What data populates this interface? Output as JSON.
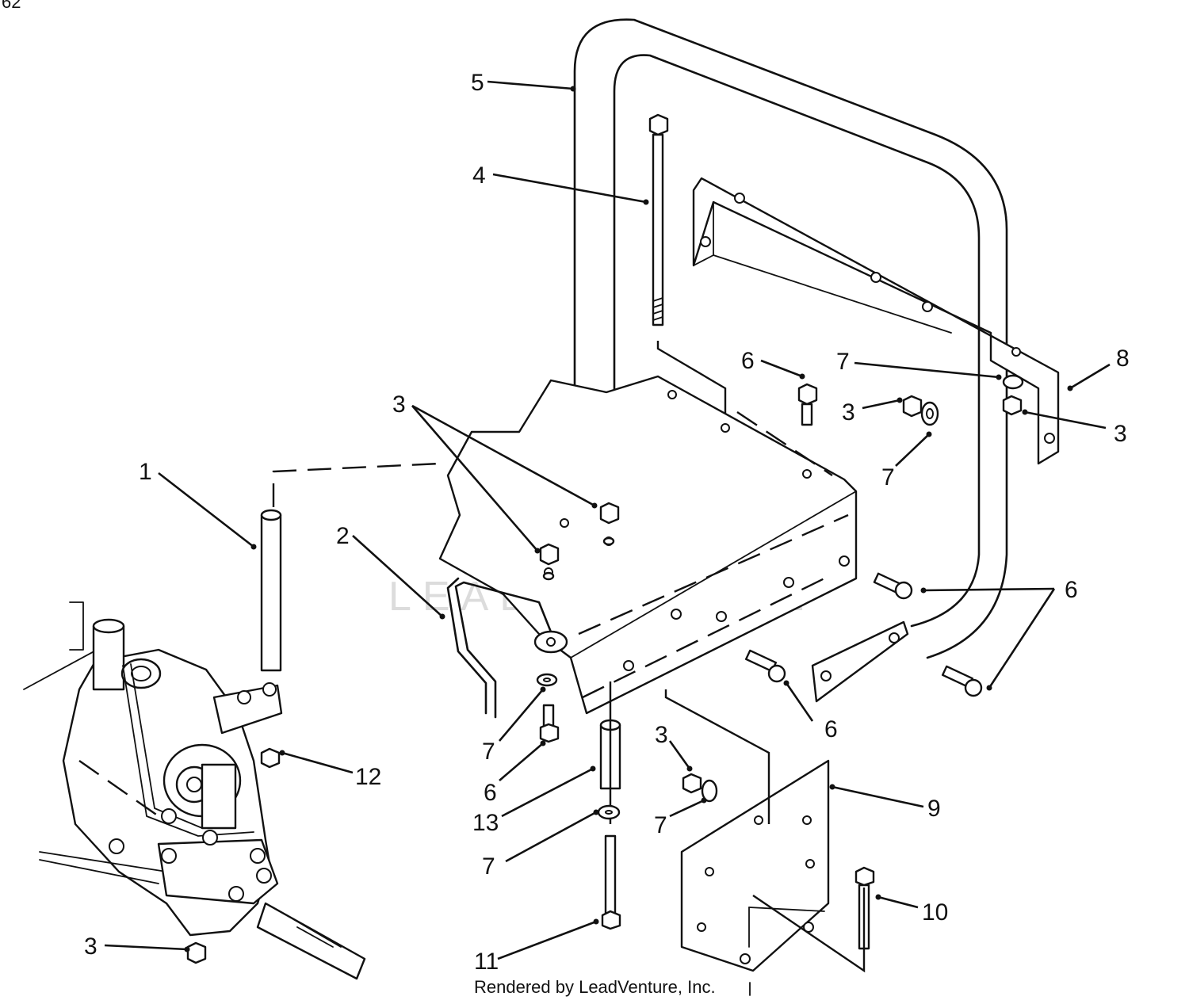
{
  "diagram": {
    "page_number": "62",
    "footer_text": "Rendered by LeadVenture, Inc.",
    "watermark": "LEADVENTURE",
    "callouts": [
      {
        "id": "c-5",
        "label": "5"
      },
      {
        "id": "c-4",
        "label": "4"
      },
      {
        "id": "c-6a",
        "label": "6"
      },
      {
        "id": "c-7a",
        "label": "7"
      },
      {
        "id": "c-8",
        "label": "8"
      },
      {
        "id": "c-3a",
        "label": "3"
      },
      {
        "id": "c-3b",
        "label": "3"
      },
      {
        "id": "c-7b",
        "label": "7"
      },
      {
        "id": "c-3c",
        "label": "3"
      },
      {
        "id": "c-1",
        "label": "1"
      },
      {
        "id": "c-2",
        "label": "2"
      },
      {
        "id": "c-6b",
        "label": "6"
      },
      {
        "id": "c-6c",
        "label": "6"
      },
      {
        "id": "c-7c",
        "label": "7"
      },
      {
        "id": "c-6d",
        "label": "6"
      },
      {
        "id": "c-12",
        "label": "12"
      },
      {
        "id": "c-3d",
        "label": "3"
      },
      {
        "id": "c-9",
        "label": "9"
      },
      {
        "id": "c-13",
        "label": "13"
      },
      {
        "id": "c-7d",
        "label": "7"
      },
      {
        "id": "c-7e",
        "label": "7"
      },
      {
        "id": "c-10",
        "label": "10"
      },
      {
        "id": "c-3e",
        "label": "3"
      },
      {
        "id": "c-11",
        "label": "11"
      }
    ]
  }
}
